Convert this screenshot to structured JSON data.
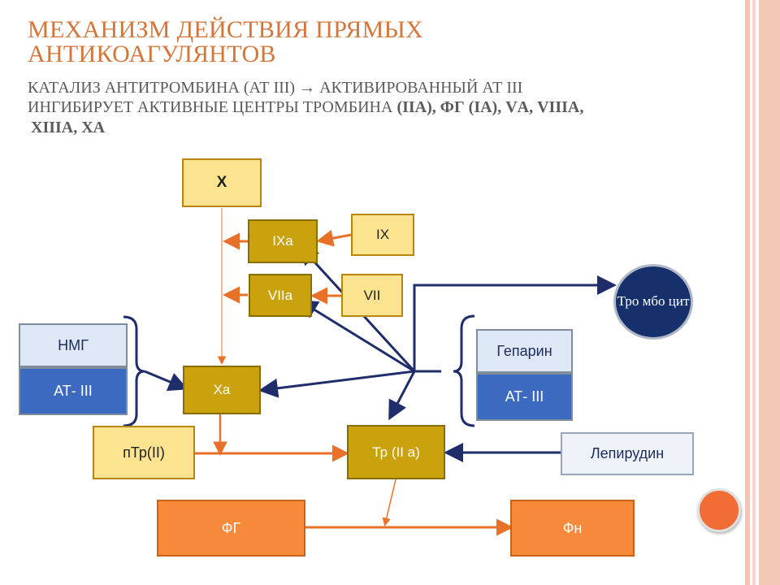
{
  "title": {
    "line1": "Механизм действия прямых",
    "line2": "антикоагулянтов"
  },
  "subtitle": {
    "line1": "Катализ антитромбина (АТ III) → активированный АТ III",
    "line2_prefix": "ингибирует активные центры тромбина",
    "line2_bold": "(IIА), ФГ (IА), VА, VIIIА,",
    "line3_bold": "XIIIА, ХА"
  },
  "nodes": {
    "x": "X",
    "ixa": "IXa",
    "ix": "IX",
    "viia": "VIIa",
    "vii": "VII",
    "nmg": "НМГ",
    "at3_left": "АТ- III",
    "xa": "Xa",
    "heparin": "Гепарин",
    "at3_right": "АТ- III",
    "thrombocytes": "Тро мбо цит",
    "ptr": "пТр(II)",
    "tr": "Тр (II а)",
    "lepirudin": "Лепирудин",
    "fg": "ФГ",
    "fn": "Фн"
  },
  "colors": {
    "title": "#d4753a",
    "yellow_box": "#fbe390",
    "olive_box": "#c9a20e",
    "orange_box": "#f7893a",
    "navy_arrow": "#1f2d6b",
    "orange_arrow": "#e8712a",
    "blue_box": "#3c6ac0",
    "light_blue_box": "#dde7f5"
  }
}
